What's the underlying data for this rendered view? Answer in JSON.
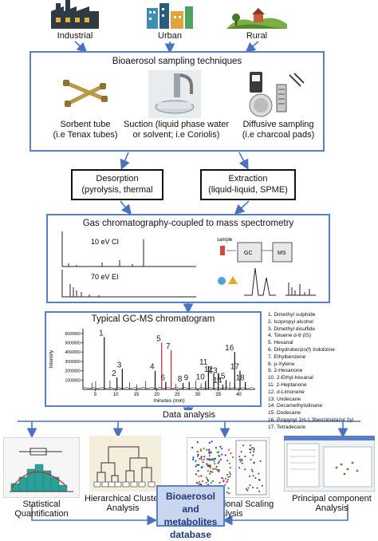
{
  "sources": {
    "industrial": "Industrial",
    "urban": "Urban",
    "rural": "Rural"
  },
  "sampling": {
    "title": "Bioaerosol sampling techniques",
    "sorbent_line1": "Sorbent tube",
    "sorbent_line2": "(i.e Tenax tubes)",
    "suction_line1": "Suction (liquid phase water",
    "suction_line2": "or solvent; i.e Coriolis)",
    "diffusive_line1": "Diffusive sampling",
    "diffusive_line2": "(i.e charcoal pads)"
  },
  "prep": {
    "desorption_line1": "Desorption",
    "desorption_line2": "(pyrolysis, thermal",
    "extraction_line1": "Extraction",
    "extraction_line2": "(liquid-liquid, SPME)"
  },
  "gcms": {
    "title": "Gas chromatography-coupled to mass spectrometry",
    "ci_label": "10 eV CI",
    "ei_label": "70 eV EI",
    "sample_label": "sample",
    "gc_label": "GC",
    "ms_label": "MS"
  },
  "chromatogram": {
    "title": "Typical GC-MS chromatogram",
    "ylabel": "Intensity",
    "xlabel": "minutes (min)",
    "yticks": [
      "6000000",
      "5000000",
      "4000000",
      "3000000",
      "2000000",
      "1000000"
    ],
    "xticks": [
      "5",
      "10",
      "15",
      "20",
      "25",
      "30",
      "35",
      "40"
    ],
    "compounds": [
      "1.  Dimethyl sulphide",
      "2.  Isopropyl alcohol",
      "3.  Dimethyl disulfide",
      "4.  Toluene d-8 (IS)",
      "5.  Hexanal",
      "6.  Dihydrobenzo(f) Indolizine",
      "7.  Ethylbenzene",
      "8.  p-Xylene",
      "9.  2-Hexanone",
      "10. 2-Ethyl-hexanal",
      "11. 2-Heptanone",
      "12. d-Limonene",
      "13. Undecane",
      "14. Decamethylsilinane",
      "15. Dodecane",
      "16. Propynyl 1H-1,3benzimidazol 2yl",
      "17. Tetradecane"
    ]
  },
  "chart_data": {
    "type": "line",
    "title": "Typical GC-MS chromatogram",
    "xlabel": "minutes (min)",
    "ylabel": "Intensity",
    "xlim": [
      2,
      44
    ],
    "ylim": [
      0,
      6500000
    ],
    "peaks": [
      {
        "label": "1",
        "x": 7.2,
        "y": 5600000
      },
      {
        "label": "2",
        "x": 10.3,
        "y": 1300000
      },
      {
        "label": "3",
        "x": 11.6,
        "y": 2200000
      },
      {
        "label": "4",
        "x": 19.6,
        "y": 2000000
      },
      {
        "label": "5",
        "x": 21.2,
        "y": 5000000
      },
      {
        "label": "6",
        "x": 22.2,
        "y": 800000
      },
      {
        "label": "7",
        "x": 23.5,
        "y": 4200000
      },
      {
        "label": "8",
        "x": 26.4,
        "y": 700000
      },
      {
        "label": "9",
        "x": 27.9,
        "y": 800000
      },
      {
        "label": "10",
        "x": 31.9,
        "y": 900000
      },
      {
        "label": "11",
        "x": 32.6,
        "y": 2500000
      },
      {
        "label": "12",
        "x": 33.9,
        "y": 1700000
      },
      {
        "label": "13",
        "x": 35.0,
        "y": 1600000
      },
      {
        "label": "14",
        "x": 36.1,
        "y": 500000
      },
      {
        "label": "15",
        "x": 36.9,
        "y": 1000000
      },
      {
        "label": "16",
        "x": 39.0,
        "y": 4000000
      },
      {
        "label": "17",
        "x": 40.3,
        "y": 2000000
      },
      {
        "label": "18",
        "x": 41.6,
        "y": 800000
      }
    ]
  },
  "analysis": {
    "title": "Data analysis",
    "stat_line1": "Statistical",
    "stat_line2": "Quantification",
    "hca_line1": "Hierarchical Cluster",
    "hca_line2": "Analysis",
    "mds_line1": "Multidimentional Scaling",
    "mds_line2": "Analysis",
    "pca_line1": "Principal component",
    "pca_line2": "Analysis"
  },
  "database": {
    "line1": "Bioaerosol and",
    "line2": "metabolites",
    "line3": "database"
  },
  "colors": {
    "frame": "#5b7fc4",
    "arrow": "#4a72c0",
    "peak": "#111111",
    "highlight": "#cc2222",
    "teal": "#2aa198"
  }
}
